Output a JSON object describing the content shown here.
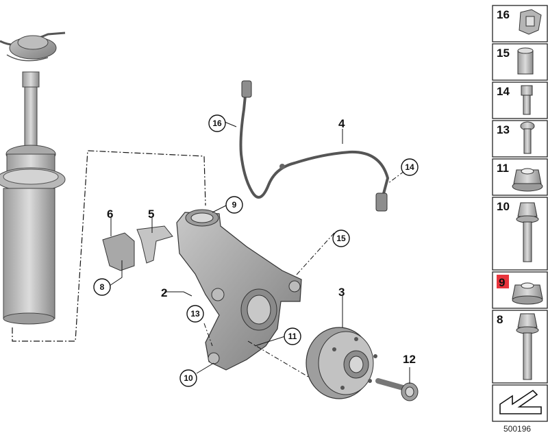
{
  "diagram": {
    "id_label": "500196",
    "highlight_color": "#e8343c",
    "callouts": {
      "c2": "2",
      "c3": "3",
      "c4": "4",
      "c5": "5",
      "c6": "6",
      "c8": "8",
      "c9": "9",
      "c10": "10",
      "c11": "11",
      "c12": "12",
      "c13": "13",
      "c14": "14",
      "c15": "15",
      "c16": "16"
    },
    "legend": [
      {
        "label": "16",
        "icon": "clip-icon"
      },
      {
        "label": "15",
        "icon": "sleeve-icon"
      },
      {
        "label": "14",
        "icon": "socket-bolt-icon"
      },
      {
        "label": "13",
        "icon": "torx-screw-icon"
      },
      {
        "label": "11",
        "icon": "collar-nut-icon"
      },
      {
        "label": "10",
        "icon": "hex-bolt-icon"
      },
      {
        "label": "9",
        "icon": "hex-nut-icon",
        "highlighted": true
      },
      {
        "label": "8",
        "icon": "long-hex-bolt-icon"
      }
    ]
  }
}
